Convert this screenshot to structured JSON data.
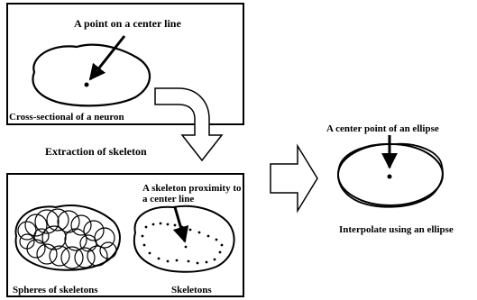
{
  "panel_top": {
    "point_label": "A point on a center line",
    "caption": "Cross-sectional of a neuron"
  },
  "step_label": "Extraction of skeleton",
  "panel_bottom": {
    "skeleton_label_line1": "A skeleton proximity to",
    "skeleton_label_line2": "a center line",
    "spheres_caption": "Spheres of skeletons",
    "skeletons_caption": "Skeletons"
  },
  "ellipse": {
    "center_label": "A center point of an ellipse",
    "caption": "Interpolate using an ellipse"
  }
}
